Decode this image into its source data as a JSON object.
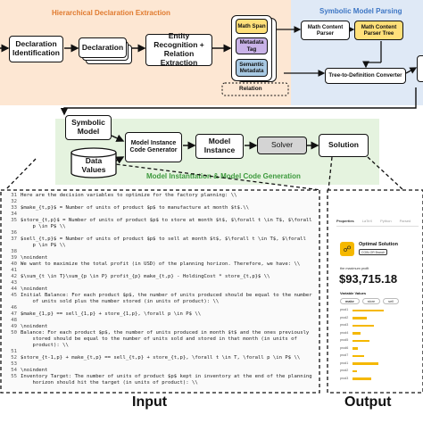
{
  "regions": {
    "hierarchical": "Hierarchical Declaration Extraction",
    "symbolic": "Symbolic Model Parsing",
    "instantiation": "Model Instantiation & Model Code Generation"
  },
  "boxes": {
    "declaration_identification": "Declaration Identification",
    "declaration": "Declaration",
    "entity_relation": "Entity Recognition + Relation Extraction",
    "math_span": "Math Span",
    "metadata_tag": "Metadata Tag",
    "semantic_metadata": "Semantic Metadata",
    "relation": "Relation",
    "math_content_parser": "Math Content Parser",
    "math_content_parser_tree": "Math Content Parser Tree",
    "tree_to_definition": "Tree-to-Definition Converter",
    "symbolic_model": "Symbolic Model",
    "model_instance_code_generator": "Model Instance Code Generator",
    "data_values": "Data Values",
    "model_instance": "Model Instance",
    "solver": "Solver",
    "solution": "Solution"
  },
  "colors": {
    "orange_region": "#fde7d3",
    "blue_region": "#dfe9f6",
    "green_region": "#e5f3df",
    "grey_box": "#d4d4d4",
    "yellow_box": "#ffe07a",
    "lavender_box": "#c9b3e8",
    "teal_box": "#a8c9e3"
  },
  "input_code": [
    {
      "n": "31",
      "t": "Here are the decision variables to optimize for the factory planning: \\\\"
    },
    {
      "n": "32",
      "t": ""
    },
    {
      "n": "33",
      "t": "$make_{t,p}$ = Number of units of product $p$ to manufacture at month $t$.\\\\"
    },
    {
      "n": "34",
      "t": ""
    },
    {
      "n": "35",
      "t": "$store_{t,p}$ = Number of units of product $p$ to store at month $t$, $\\forall t \\in T$, $\\forall"
    },
    {
      "n": "",
      "t": "    p \\in P$ \\\\"
    },
    {
      "n": "36",
      "t": ""
    },
    {
      "n": "37",
      "t": "$sell_{t,p}$ = Number of units of product $p$ to sell at month $t$, $\\forall t \\in T$, $\\forall"
    },
    {
      "n": "",
      "t": "    p \\in P$ \\\\"
    },
    {
      "n": "38",
      "t": ""
    },
    {
      "n": "39",
      "t": "\\noindent"
    },
    {
      "n": "40",
      "t": "We want to maximize the total profit (in USD) of the planning horizon. Therefore, we have: \\\\"
    },
    {
      "n": "41",
      "t": ""
    },
    {
      "n": "42",
      "t": "$\\sum_{t \\in T}\\sum_{p \\in P} profit_{p} make_{t,p} - HoldingCost * store_{t,p}$ \\\\"
    },
    {
      "n": "43",
      "t": ""
    },
    {
      "n": "44",
      "t": "\\noindent"
    },
    {
      "n": "45",
      "t": "Initial Balance: For each product $p$, the number of units produced should be equal to the number"
    },
    {
      "n": "",
      "t": "    of units sold plus the number stored (in units of product): \\\\"
    },
    {
      "n": "46",
      "t": ""
    },
    {
      "n": "47",
      "t": "$make_{1,p} == sell_{1,p} + store_{1,p}, \\forall p \\in P$ \\\\"
    },
    {
      "n": "48",
      "t": ""
    },
    {
      "n": "49",
      "t": "\\noindent"
    },
    {
      "n": "50",
      "t": "Balance: For each product $p$, the number of units produced in month $t$ and the ones previously"
    },
    {
      "n": "",
      "t": "    stored should be equal to the number of units sold and stored in that month (in units of"
    },
    {
      "n": "",
      "t": "    product): \\\\"
    },
    {
      "n": "51",
      "t": ""
    },
    {
      "n": "52",
      "t": "$store_{t-1,p} + make_{t,p} == sell_{t,p} + store_{t,p}, \\forall t \\in T, \\forall p \\in P$ \\\\"
    },
    {
      "n": "53",
      "t": ""
    },
    {
      "n": "54",
      "t": "\\noindent"
    },
    {
      "n": "55",
      "t": "Inventory Target: The number of units of product $p$ kept in inventory at the end of the planning"
    },
    {
      "n": "",
      "t": "    horizon should hit the target (in units of product): \\\\"
    }
  ],
  "output": {
    "tabs": [
      "Properties",
      "LaTeX",
      "Python",
      "Parsed"
    ],
    "title": "Optimal Solution",
    "badge": "COIN-OR Branch",
    "profit_label": "the maximum profit",
    "profit": "$93,715.18",
    "variable_values": "Variable Values",
    "pills": [
      "make",
      "store",
      "sell"
    ],
    "rows": [
      {
        "label": "prod1",
        "value": 0.55
      },
      {
        "label": "prod2",
        "value": 0.25
      },
      {
        "label": "prod3",
        "value": 0.38
      },
      {
        "label": "prod4",
        "value": 0.14
      },
      {
        "label": "prod5",
        "value": 0.3
      },
      {
        "label": "prod6",
        "value": 0.1
      },
      {
        "label": "prod7",
        "value": 0.2
      },
      {
        "label": "prod1",
        "value": 0.45
      },
      {
        "label": "prod2",
        "value": 0.08
      },
      {
        "label": "prod3",
        "value": 0.33
      }
    ]
  },
  "footer": {
    "input": "Input",
    "output": "Output"
  }
}
